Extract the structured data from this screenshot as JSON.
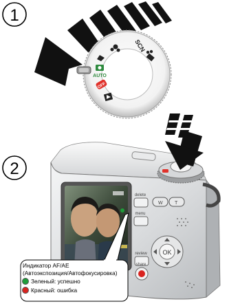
{
  "steps": {
    "step1": "1",
    "step2": "2"
  },
  "dial": {
    "modes": {
      "auto": "AUTO",
      "off": "OFF",
      "scn": "SCN"
    },
    "icons": [
      "auto-camera-icon",
      "portrait-icon",
      "flower-icon",
      "scene-icon",
      "video-icon",
      "review-icon",
      "off-icon"
    ]
  },
  "camera_buttons": {
    "delete": "delete",
    "menu": "menu",
    "review": "review",
    "share": "share",
    "ok": "OK"
  },
  "callout": {
    "title": "Индикатор AF/AE",
    "subtitle": "(Автоэкспозиция/Автофокусировка)",
    "items": [
      {
        "label": "Зеленый: успешно",
        "color": "#1f9d3a"
      },
      {
        "label": "Красный: ошибка",
        "color": "#d9231f"
      }
    ]
  },
  "colors": {
    "arrow": "#111111",
    "off_badge": "#e0312a",
    "auto_icon": "#2e8a3e",
    "body_silver": "#d8dadc"
  }
}
